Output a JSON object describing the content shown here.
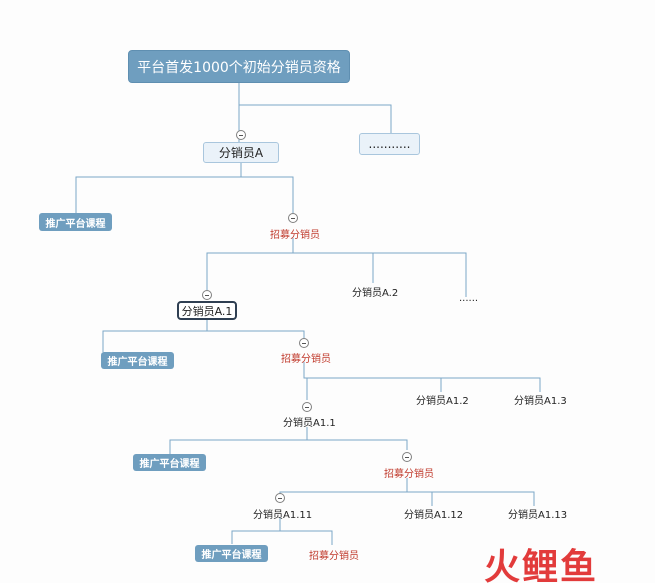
{
  "root": "平台首发1000个初始分销员资格",
  "ellipsis_box": "...........",
  "distributor_a": "分销员A",
  "promote": "推广平台课程",
  "recruit": "招募分销员",
  "distributor_a1": "分销员A.1",
  "distributor_a2": "分销员A.2",
  "ellipsis_small": "......",
  "distributor_a1_1": "分销员A1.1",
  "distributor_a1_2": "分销员A1.2",
  "distributor_a1_3": "分销员A1.3",
  "distributor_a1_11": "分销员A1.11",
  "distributor_a1_12": "分销员A1.12",
  "distributor_a1_13": "分销员A1.13",
  "watermark": "火鲤鱼",
  "colors": {
    "node_blue": "#6f9ebf",
    "line": "#7ba7c7",
    "recruit_red": "#c0392b"
  }
}
